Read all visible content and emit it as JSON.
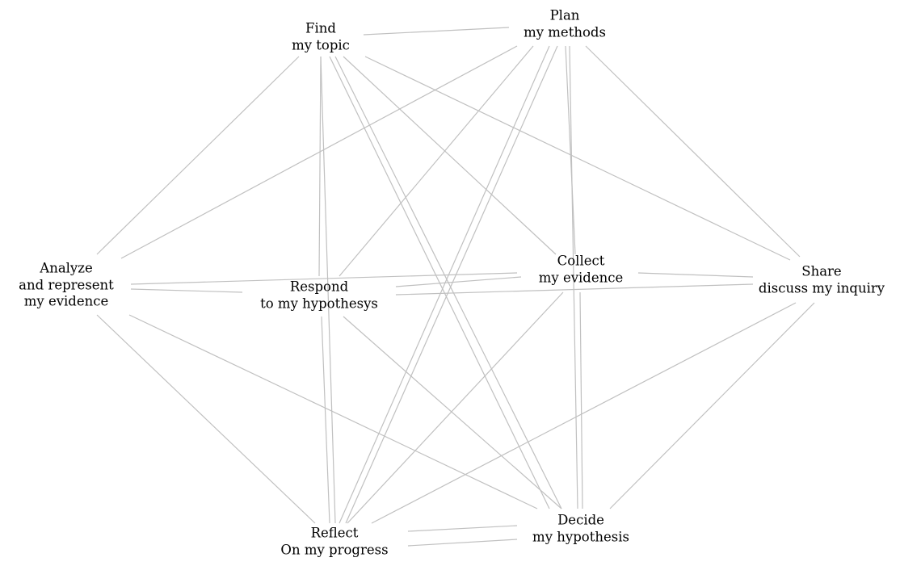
{
  "graph": {
    "edge_color": "#c0c0c0",
    "nodes": [
      {
        "id": "find",
        "lines": [
          "Find",
          "my topic"
        ]
      },
      {
        "id": "plan",
        "lines": [
          "Plan",
          "my methods"
        ]
      },
      {
        "id": "analyze",
        "lines": [
          "Analyze",
          "and represent",
          "my evidence"
        ]
      },
      {
        "id": "respond",
        "lines": [
          "Respond",
          "to my hypothesys"
        ]
      },
      {
        "id": "collect",
        "lines": [
          "Collect",
          "my evidence"
        ]
      },
      {
        "id": "share",
        "lines": [
          "Share",
          "discuss my inquiry"
        ]
      },
      {
        "id": "reflect",
        "lines": [
          "Reflect",
          "On my progress"
        ]
      },
      {
        "id": "decide",
        "lines": [
          "Decide",
          "my hypothesis"
        ]
      }
    ],
    "edges": [
      [
        "find",
        "plan"
      ],
      [
        "find",
        "analyze"
      ],
      [
        "find",
        "respond"
      ],
      [
        "find",
        "reflect"
      ],
      [
        "find",
        "decide"
      ],
      [
        "find",
        "decide"
      ],
      [
        "find",
        "collect"
      ],
      [
        "find",
        "share"
      ],
      [
        "plan",
        "analyze"
      ],
      [
        "plan",
        "respond"
      ],
      [
        "plan",
        "reflect"
      ],
      [
        "plan",
        "reflect"
      ],
      [
        "plan",
        "collect"
      ],
      [
        "plan",
        "decide"
      ],
      [
        "plan",
        "share"
      ],
      [
        "analyze",
        "collect"
      ],
      [
        "analyze",
        "respond"
      ],
      [
        "analyze",
        "reflect"
      ],
      [
        "analyze",
        "decide"
      ],
      [
        "respond",
        "collect"
      ],
      [
        "respond",
        "share"
      ],
      [
        "respond",
        "reflect"
      ],
      [
        "respond",
        "decide"
      ],
      [
        "collect",
        "share"
      ],
      [
        "collect",
        "reflect"
      ],
      [
        "collect",
        "decide"
      ],
      [
        "share",
        "reflect"
      ],
      [
        "share",
        "decide"
      ],
      [
        "reflect",
        "decide"
      ],
      [
        "reflect",
        "decide"
      ]
    ]
  }
}
